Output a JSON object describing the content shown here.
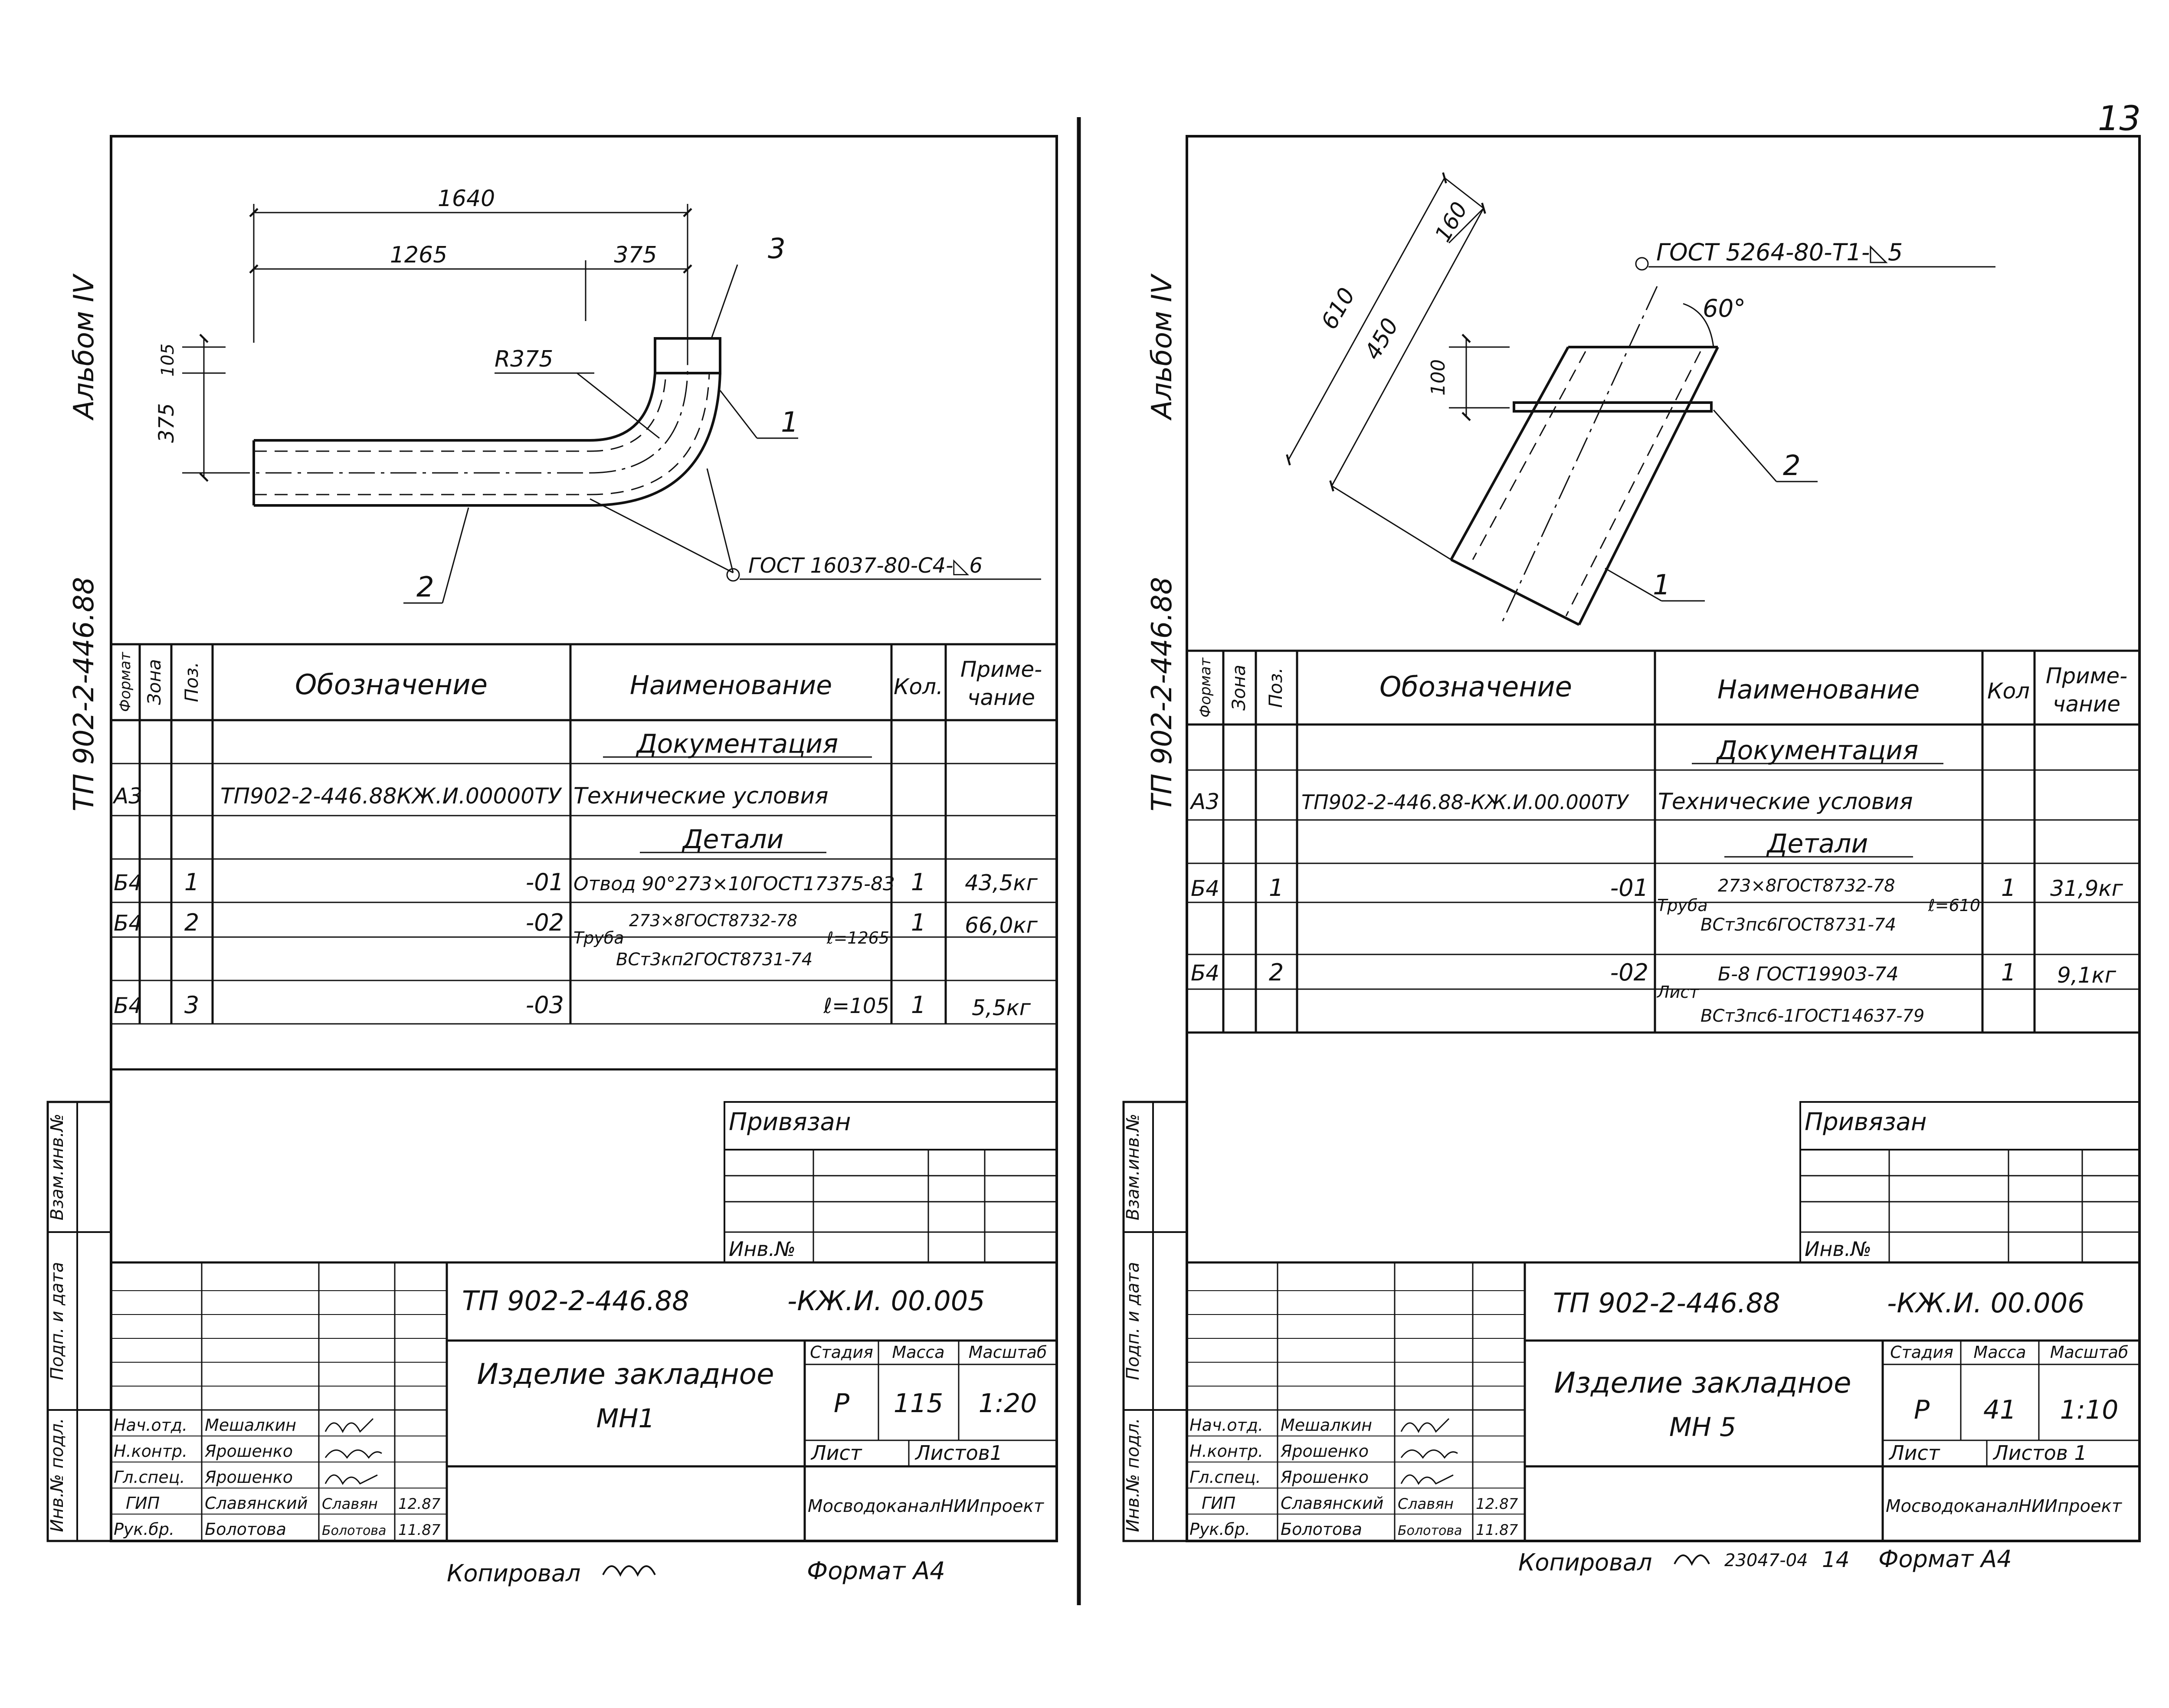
{
  "page_number": "13",
  "center_divider": true,
  "sheets": [
    {
      "id": "left",
      "album": "Альбом IV",
      "project_code_vertical": "ТП 902-2-446.88",
      "drawing": {
        "dim_total": "1640",
        "dim_straight": "1265",
        "dim_bend": "375",
        "dim_r": "R375",
        "dim_v_small": "105",
        "dim_v_big": "375",
        "callout_1": "1",
        "callout_2": "2",
        "callout_3": "3",
        "weld": "ГОСТ 16037-80-С4-◺6"
      },
      "spec": {
        "headers": {
          "format": "Формат",
          "zone": "Зона",
          "pos": "Поз.",
          "designation": "Обозначение",
          "name": "Наименование",
          "qty": "Кол.",
          "note_1": "Приме-",
          "note_2": "чание"
        },
        "section_docs": "Документация",
        "section_parts": "Детали",
        "rows": [
          {
            "format": "А3",
            "pos": "",
            "designation": "ТП902-2-446.88КЖ.И.00000ТУ",
            "name": "Технические условия",
            "qty": "",
            "note": ""
          },
          {
            "format": "Б4",
            "pos": "1",
            "designation": "-01",
            "name": "Отвод 90°273×10ГОСТ17375-83",
            "qty": "1",
            "note": "43,5кг"
          },
          {
            "format": "Б4",
            "pos": "2",
            "designation": "-02",
            "name_prefix": "Труба",
            "name_top": "273×8ГОСТ8732-78",
            "name_bottom": "ВСт3кп2ГОСТ8731-74",
            "name_suffix": "ℓ=1265",
            "qty": "1",
            "note": "66,0кг"
          },
          {
            "format": "Б4",
            "pos": "3",
            "designation": "-03",
            "name": "ℓ=105",
            "qty": "1",
            "note": "5,5кг"
          }
        ]
      },
      "privyazan": "Привязан",
      "inv_no": "Инв.№",
      "side_stamps": [
        "Взам.инв.№",
        "Подп. и дата",
        "Инв.№ подл."
      ],
      "title_block": {
        "code": "ТП 902-2-446.88",
        "code_suffix": "-КЖ.И. 00.005",
        "title_1": "Изделие закладное",
        "title_2": "МН1",
        "stage_label": "Стадия",
        "mass_label": "Масса",
        "scale_label": "Масштаб",
        "stage": "Р",
        "mass": "115",
        "scale": "1:20",
        "sheet_label": "Лист",
        "sheets_label": "Листов1",
        "org": "МосводоканалНИИпроект",
        "staff": [
          {
            "role": "Нач.отд.",
            "name": "Мешалкин",
            "sig": "",
            "date": ""
          },
          {
            "role": "Н.контр.",
            "name": "Ярошенко",
            "sig": "",
            "date": ""
          },
          {
            "role": "Гл.спец.",
            "name": "Ярошенко",
            "sig": "",
            "date": ""
          },
          {
            "role": "ГИП",
            "name": "Славянский",
            "sig": "Славян",
            "date": "12.87"
          },
          {
            "role": "Рук.бр.",
            "name": "Болотова",
            "sig": "Болотова",
            "date": "11.87"
          }
        ]
      },
      "copied": "Копировал",
      "format": "Формат А4"
    },
    {
      "id": "right",
      "album": "Альбом IV",
      "project_code_vertical": "ТП 902-2-446.88",
      "drawing": {
        "dim_610": "610",
        "dim_450": "450",
        "dim_160": "160",
        "dim_100": "100",
        "angle": "60°",
        "callout_1": "1",
        "callout_2": "2",
        "weld": "ГОСТ 5264-80-Т1-◺5"
      },
      "spec": {
        "headers": {
          "format": "Формат",
          "zone": "Зона",
          "pos": "Поз.",
          "designation": "Обозначение",
          "name": "Наименование",
          "qty": "Кол",
          "note_1": "Приме-",
          "note_2": "чание"
        },
        "section_docs": "Документация",
        "section_parts": "Детали",
        "rows": [
          {
            "format": "А3",
            "pos": "",
            "designation": "ТП902-2-446.88-КЖ.И.00.000ТУ",
            "name": "Технические условия",
            "qty": "",
            "note": ""
          },
          {
            "format": "Б4",
            "pos": "1",
            "designation": "-01",
            "name_prefix": "Труба",
            "name_top": "273×8ГОСТ8732-78",
            "name_bottom": "ВСт3пс6ГОСТ8731-74",
            "name_suffix": "ℓ=610",
            "qty": "1",
            "note": "31,9кг"
          },
          {
            "format": "Б4",
            "pos": "2",
            "designation": "-02",
            "name_prefix": "Лист",
            "name_top": "Б-8 ГОСТ19903-74",
            "name_bottom": "ВСт3пс6-1ГОСТ14637-79",
            "name_suffix": "",
            "qty": "1",
            "note": "9,1кг"
          }
        ]
      },
      "privyazan": "Привязан",
      "inv_no": "Инв.№",
      "side_stamps": [
        "Взам.инв.№",
        "Подп. и дата",
        "Инв.№ подл."
      ],
      "title_block": {
        "code": "ТП 902-2-446.88",
        "code_suffix": "-КЖ.И. 00.006",
        "title_1": "Изделие закладное",
        "title_2": "МН 5",
        "stage_label": "Стадия",
        "mass_label": "Масса",
        "scale_label": "Масштаб",
        "stage": "Р",
        "mass": "41",
        "scale": "1:10",
        "sheet_label": "Лист",
        "sheets_label": "Листов 1",
        "org": "МосводоканалНИИпроект",
        "staff": [
          {
            "role": "Нач.отд.",
            "name": "Мешалкин",
            "sig": "",
            "date": ""
          },
          {
            "role": "Н.контр.",
            "name": "Ярошенко",
            "sig": "",
            "date": ""
          },
          {
            "role": "Гл.спец.",
            "name": "Ярошенко",
            "sig": "",
            "date": ""
          },
          {
            "role": "ГИП",
            "name": "Славянский",
            "sig": "Славян",
            "date": "12.87"
          },
          {
            "role": "Рук.бр.",
            "name": "Болотова",
            "sig": "Болотова",
            "date": "11.87"
          }
        ]
      },
      "copied": "Копировал",
      "copy_no": "23047-04",
      "copy_sheet": "14",
      "format": "Формат А4"
    }
  ]
}
